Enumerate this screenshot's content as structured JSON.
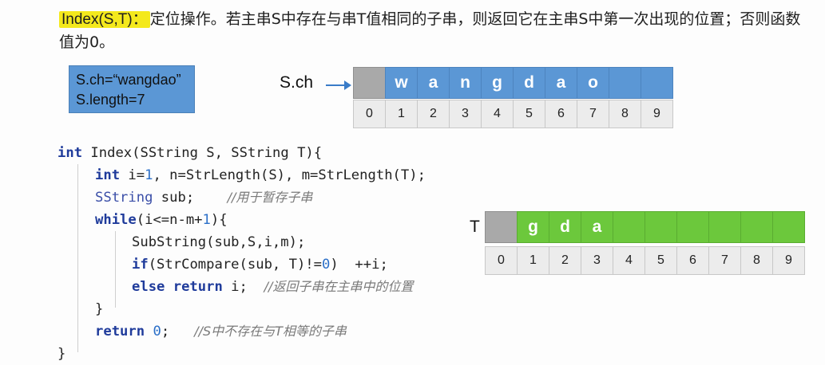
{
  "description": {
    "func": "Index(S,T)：",
    "text": "定位操作。若主串S中存在与串T值相同的子串，则返回它在主串S中第一次出现的位置；否则函数值为0。"
  },
  "s_info": {
    "line1": "S.ch=“wangdao”",
    "line2": "S.length=7"
  },
  "s_label": "S.ch",
  "t_label": "T",
  "s_array": [
    "",
    "w",
    "a",
    "n",
    "g",
    "d",
    "a",
    "o",
    "",
    ""
  ],
  "t_array": [
    "",
    "g",
    "d",
    "a",
    "",
    "",
    "",
    "",
    "",
    ""
  ],
  "indices": [
    "0",
    "1",
    "2",
    "3",
    "4",
    "5",
    "6",
    "7",
    "8",
    "9"
  ],
  "code": {
    "l1": {
      "kw": "int",
      "rest": " Index(SString S, SString T){"
    },
    "l2": {
      "kw": "int",
      "a": " i=",
      "n1": "1",
      "b": ", n=StrLength(S), m=StrLength(T);"
    },
    "l3": {
      "ty": "SString",
      "rest": " sub;    ",
      "cm": "//用于暂存子串"
    },
    "l4": {
      "kw": "while",
      "a": "(i<=n-m+",
      "n1": "1",
      "b": "){"
    },
    "l5": {
      "rest": "SubString(sub,S,i,m);"
    },
    "l6": {
      "kw": "if",
      "a": "(StrCompare(sub, T)!=",
      "n1": "0",
      "b": ")  ++i;"
    },
    "l7": {
      "kw": "else return",
      "rest": " i;  ",
      "cm": "//返回子串在主串中的位置"
    },
    "l8": {
      "rest": "}"
    },
    "l9": {
      "kw": "return",
      "sp": " ",
      "n1": "0",
      "rest": ";   ",
      "cm": "//S中不存在与T相等的子串"
    },
    "l10": {
      "rest": "}"
    }
  }
}
